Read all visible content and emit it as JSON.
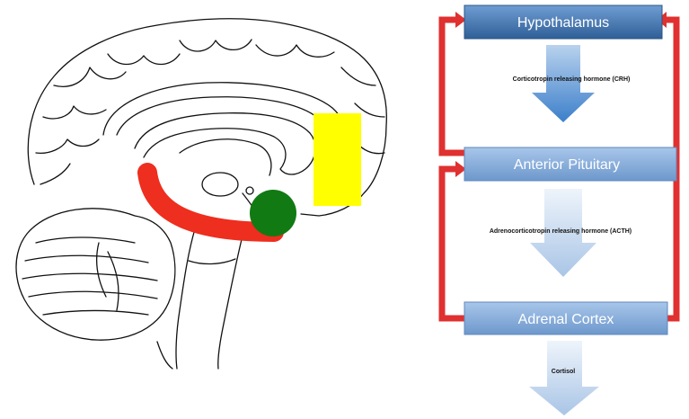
{
  "boxes": {
    "hypothalamus": "Hypothalamus",
    "pituitary": "Anterior Pituitary",
    "adrenal": "Adrenal Cortex"
  },
  "arrows": {
    "crh": "Corticotropin releasing hormone (CRH)",
    "acth": "Adrenocorticotropin releasing hormone (ACTH)",
    "cortisol": "Cortisol"
  },
  "colors": {
    "highlight_red": "#ee2e1e",
    "highlight_green": "#127a12",
    "highlight_yellow": "#ffff00",
    "feedback_red": "#e03030",
    "box_dark": "#3d6fa6",
    "box_light": "#7ea6d8"
  }
}
